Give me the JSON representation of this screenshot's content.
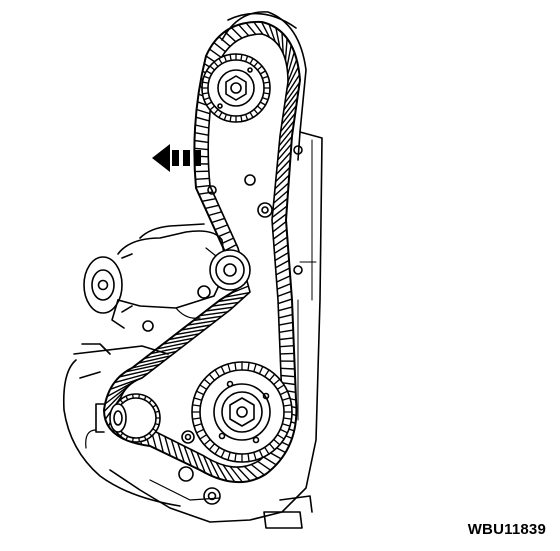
{
  "figure": {
    "code": "WBU11839",
    "subject": "timing-belt-routing",
    "arrow_direction": "left",
    "colors": {
      "ink": "#000000",
      "paper": "#ffffff"
    },
    "components": [
      {
        "id": "upper-camshaft-sprocket",
        "kind": "toothed-sprocket"
      },
      {
        "id": "lower-camshaft-sprocket",
        "kind": "toothed-sprocket"
      },
      {
        "id": "tensioner-pulley",
        "kind": "idler-pulley"
      },
      {
        "id": "crankshaft-sprocket",
        "kind": "toothed-sprocket"
      },
      {
        "id": "timing-belt",
        "kind": "toothed-belt"
      },
      {
        "id": "water-pump",
        "kind": "pump"
      },
      {
        "id": "rear-timing-cover",
        "kind": "cover"
      }
    ]
  }
}
